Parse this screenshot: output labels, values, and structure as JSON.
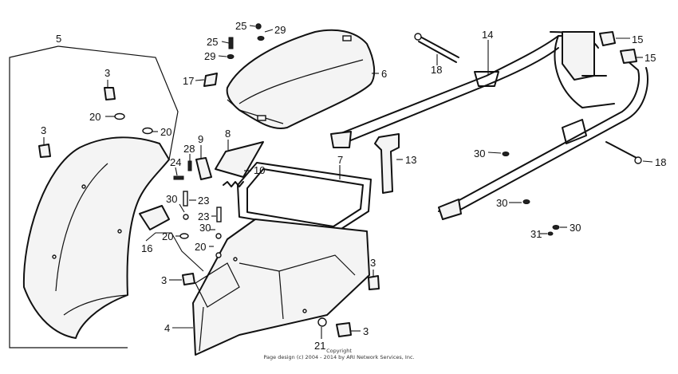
{
  "callouts": {
    "c1": "5",
    "c2": "3",
    "c3": "20",
    "c4": "20",
    "c5": "3",
    "c6": "25",
    "c7": "29",
    "c8": "25",
    "c9": "29",
    "c10": "17",
    "c11": "6",
    "c12": "14",
    "c13": "15",
    "c14": "15",
    "c15": "18",
    "c16": "9",
    "c17": "8",
    "c18": "28",
    "c19": "24",
    "c20": "10",
    "c21": "7",
    "c22": "13",
    "c23": "30",
    "c24": "18",
    "c25": "30",
    "c26": "23",
    "c27": "30",
    "c28": "23",
    "c29": "30",
    "c30": "20",
    "c31": "20",
    "c32": "16",
    "c33": "3",
    "c34": "3",
    "c35": "4",
    "c36": "21",
    "c37": "3",
    "c38": "31",
    "c39": "30"
  },
  "copyright": {
    "line1": "Copyright",
    "line2": "Page design (c) 2004 - 2014 by ARI Network Services, Inc."
  }
}
